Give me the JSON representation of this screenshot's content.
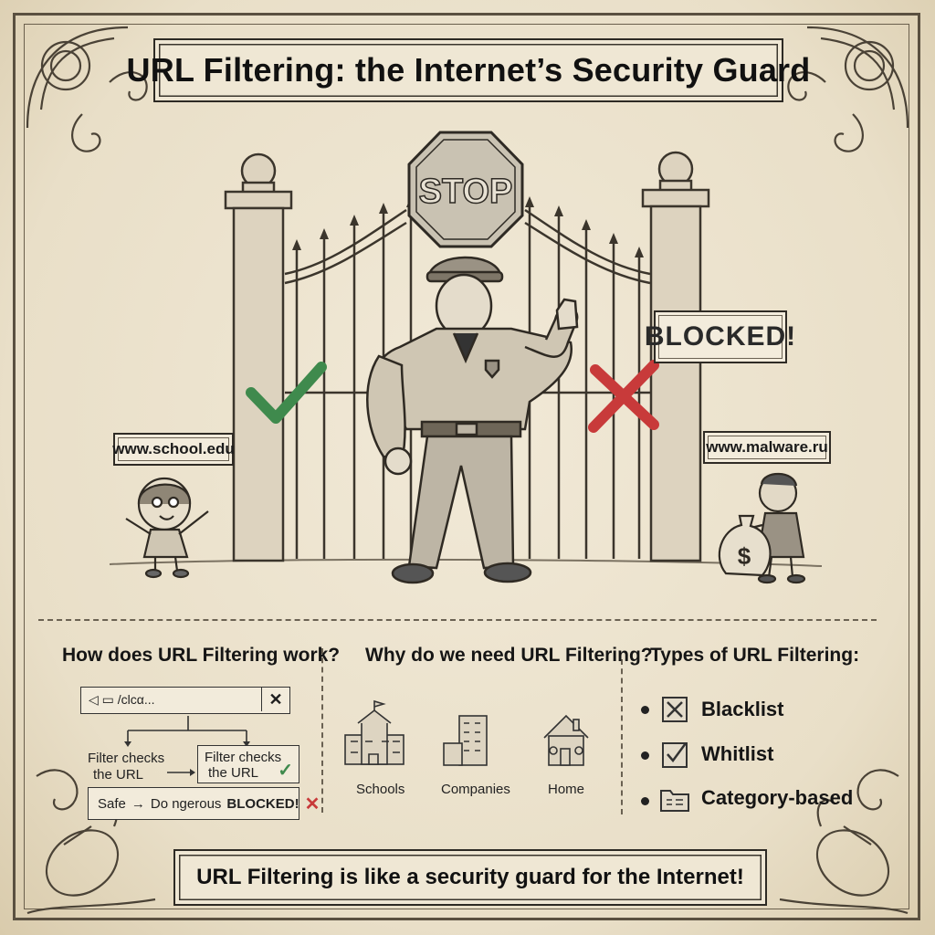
{
  "title": "URL Filtering: the Internet’s Security Guard",
  "illustration": {
    "stop_sign": "STOP",
    "blocked_sign": "BLOCKED!",
    "allowed_url": "www.school.edu",
    "blocked_url": "www.malware.ru",
    "money_symbol": "$",
    "colors": {
      "allow": "#3f8a4d",
      "block": "#c83a3a"
    }
  },
  "how_it_works": {
    "heading": "How does URL Filtering work?",
    "address_bar": "◁ ▭ /clcα...",
    "step_left": [
      "Filter checks",
      "the URL"
    ],
    "step_right": [
      "Filter checks",
      "the URL"
    ],
    "result": {
      "safe": "Safe",
      "arrow": "→",
      "dangerous": "Do ngerous",
      "blocked": "BLOCKED!"
    }
  },
  "why_needed": {
    "heading": "Why do we need URL Filtering?",
    "items": [
      {
        "icon": "school-building-icon",
        "label": "Schools"
      },
      {
        "icon": "office-building-icon",
        "label": "Companies"
      },
      {
        "icon": "family-home-icon",
        "label": "Home"
      }
    ]
  },
  "types": {
    "heading": "Types of URL Filtering:",
    "items": [
      {
        "icon": "crossed-box-icon",
        "label": "Blacklist"
      },
      {
        "icon": "checked-box-icon",
        "label": "Whitlist"
      },
      {
        "icon": "folder-category-icon",
        "label": "Category-based"
      }
    ]
  },
  "footer": "URL Filtering is like a security guard for the Internet!"
}
